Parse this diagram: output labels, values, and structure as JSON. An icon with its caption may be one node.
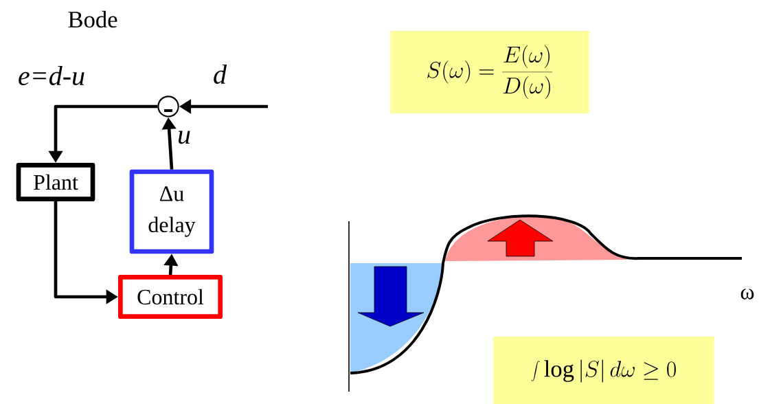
{
  "diagram": {
    "title": "Bode",
    "nodes": [
      {
        "text": [],
        "shape": "circle"
      },
      {
        "text": [
          "Plant"
        ]
      },
      {
        "text": [
          "Δu",
          "delay"
        ]
      },
      {
        "text": [
          "Control"
        ]
      },
      {
        "text": [
          "S(\\omega)=\\frac{E(\\omega)}{D(\\omega)}"
        ]
      },
      {
        "text": [
          "\\int \\log\\left|S\\right| d\\omega \\geq 0"
        ]
      }
    ],
    "edges": [
      {
        "from": null,
        "to": 0,
        "arrow": "to",
        "label": "d"
      },
      {
        "from": 0,
        "to": 1,
        "arrow": "to",
        "label": "e=d-u"
      },
      {
        "from": 1,
        "to": 3,
        "arrow": "to"
      },
      {
        "from": 3,
        "to": 2,
        "arrow": "to"
      },
      {
        "from": 2,
        "to": 0,
        "arrow": "to",
        "label": "u"
      }
    ],
    "labels": [
      "ω"
    ]
  }
}
